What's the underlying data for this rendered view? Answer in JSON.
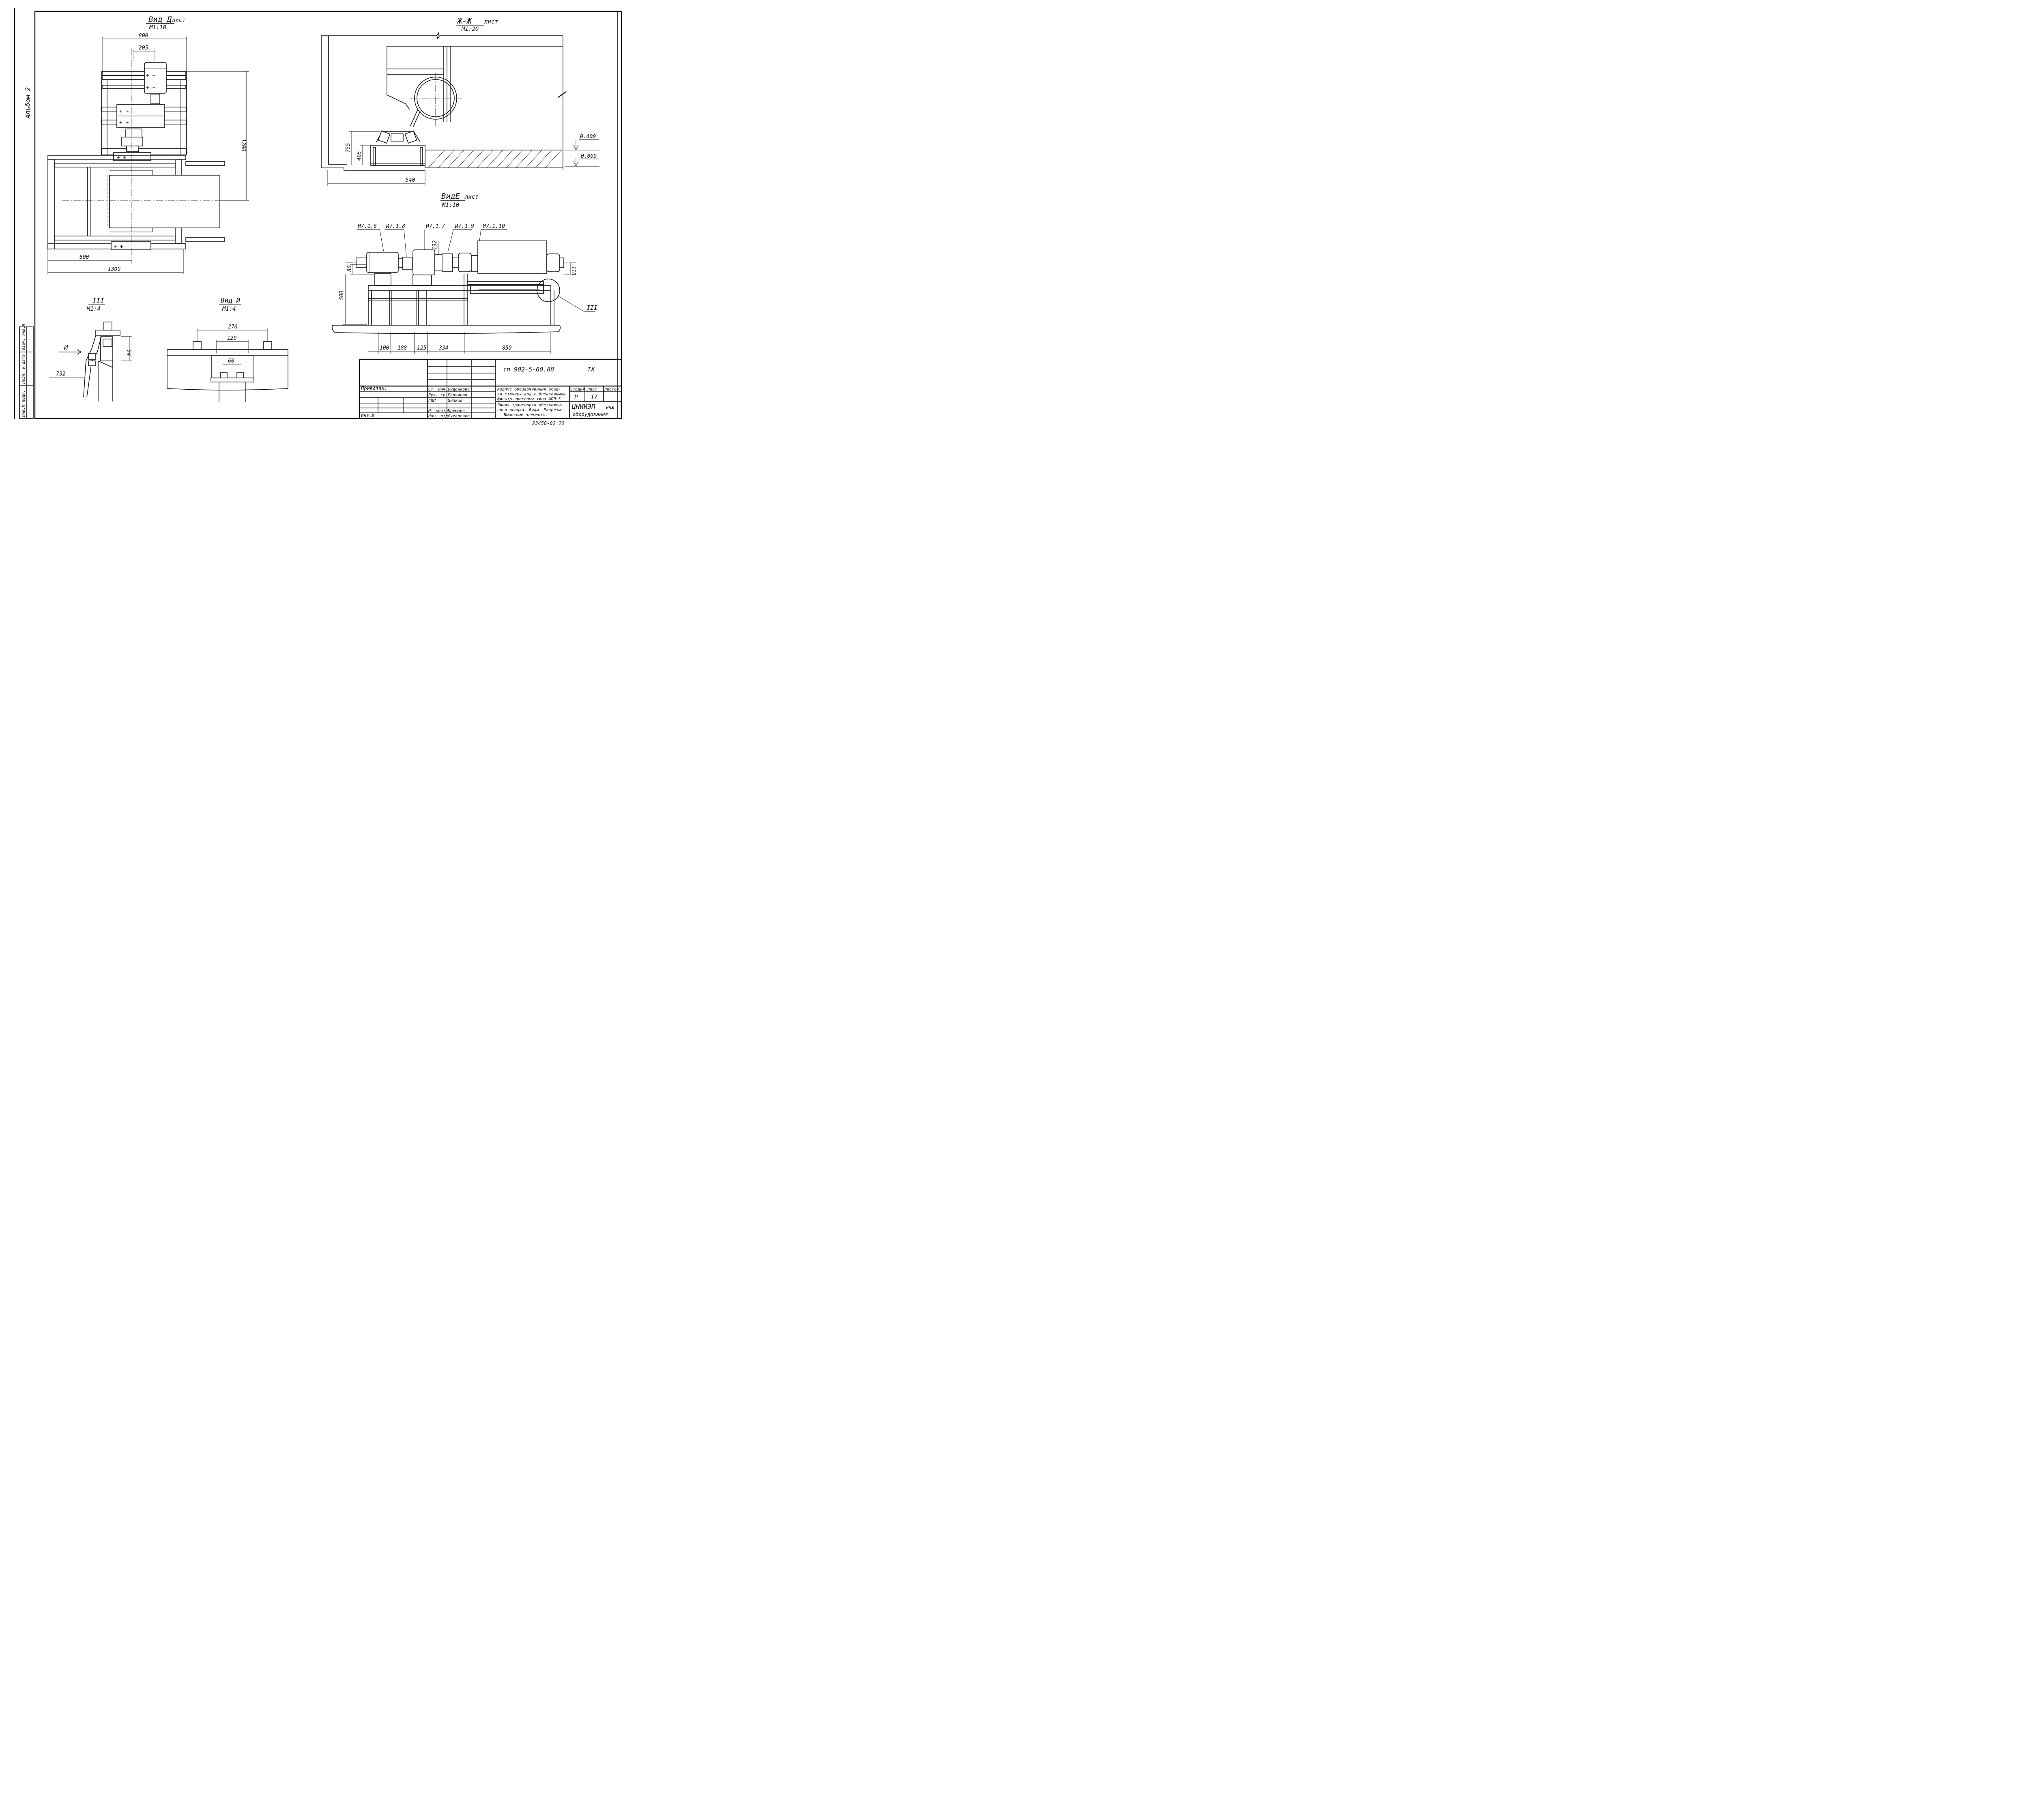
{
  "views": {
    "vid_d": {
      "title": "Вид Д",
      "sheet": "лист",
      "scale": "М1:10",
      "dims": {
        "top": "800",
        "motor": "205",
        "height": "1200",
        "bottom1": "800",
        "bottom2": "1300"
      }
    },
    "zh_zh": {
      "title": "Ж-Ж",
      "sheet": "лист",
      "scale": "М1:20",
      "dims": {
        "h1": "755",
        "h2": "495",
        "w": "540",
        "lvl1": "0.400",
        "lvl2": "0.000"
      }
    },
    "vid_e": {
      "title": "ВидЕ",
      "sheet": "лист",
      "scale": "М1:10",
      "items": [
        "И7.1.6",
        "И7.1.8",
        "И7.1.7",
        "И7.1.9",
        "И7.1.10"
      ],
      "dims": {
        "d80": "80",
        "d132": "132",
        "d110": "110",
        "d500": "500",
        "b": [
          "100",
          "188",
          "125",
          "334",
          "850"
        ]
      },
      "callout": "III"
    },
    "iii": {
      "title": "III",
      "scale": "М1:4",
      "dims": {
        "d94": "94",
        "d732": "732"
      },
      "arrow": "И"
    },
    "vid_i": {
      "title": "Вид И",
      "scale": "М1:4",
      "dims": {
        "d270": "270",
        "d120": "120",
        "d60": "60"
      }
    }
  },
  "left_margin": {
    "album": "Альбом 2",
    "stamp": [
      "Инв.№ подл.",
      "Подп. и дата",
      "Взам. инв.№"
    ]
  },
  "title_block": {
    "project_code": "тп 902-5-60.88",
    "mark": "ТХ",
    "privyazan": "Привязан:",
    "inv": "Инв.№",
    "roles": [
      {
        "role": "Ст. инж.",
        "name": "Буданкова"
      },
      {
        "role": "Рук. гр.",
        "name": "Горяинов"
      },
      {
        "role": "ГИП",
        "name": "Шипков"
      },
      {
        "role": "Н. контр.",
        "name": "Кремнев"
      },
      {
        "role": "Нач. отд.",
        "name": "Сухаренко"
      }
    ],
    "building": [
      "Корпус обезвоживания осад-",
      "ка сточных вод с бленточными",
      "фильтр-прессами типа ФПЛ-5"
    ],
    "sheet_name": [
      "Линия транспорта обезвожен-",
      "ного осадка. Виды. Разрезы.",
      "Выносные элементы."
    ],
    "col_stage": "Стадия",
    "col_sheet": "Лист",
    "col_sheets": "Листов",
    "stage": "Р",
    "sheet": "17",
    "org": "ЦНИИЭП",
    "org_suffix": "инж",
    "org2": "оборудования"
  },
  "footer_number": "23458-02  20"
}
